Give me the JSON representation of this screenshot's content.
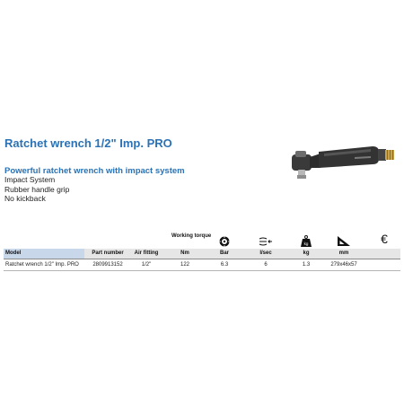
{
  "product": {
    "title": "Ratchet wrench 1/2\" Imp. PRO",
    "subtitle": "Powerful ratchet wrench with impact system",
    "features": [
      "Impact System",
      "Rubber handle grip",
      "No kickback"
    ]
  },
  "colors": {
    "title_blue": "#2a72b5",
    "model_band": "#c9d7ea",
    "header_band": "#e6e6e6"
  },
  "table": {
    "top_headers": {
      "working_torque": "Working torque"
    },
    "icons": [
      "rpm-gauge-icon",
      "air-consumption-icon",
      "weight-icon",
      "dimensions-ruler-icon",
      "euro-icon"
    ],
    "euro_symbol": "€",
    "weight_label": "kg",
    "headers": {
      "model": "Model",
      "part_number": "Part number",
      "air_fitting": "Air fitting",
      "nm": "Nm",
      "bar": "Bar",
      "lsec": "l/sec",
      "kg": "kg",
      "mm": "mm"
    },
    "rows": [
      {
        "model": "Ratchet wrench 1/2\" Imp. PRO",
        "part_number": "2809913152",
        "air_fitting": "1/2\"",
        "nm": "122",
        "bar": "6.3",
        "lsec": "6",
        "kg": "1.3",
        "mm": "279x46x57"
      }
    ]
  }
}
